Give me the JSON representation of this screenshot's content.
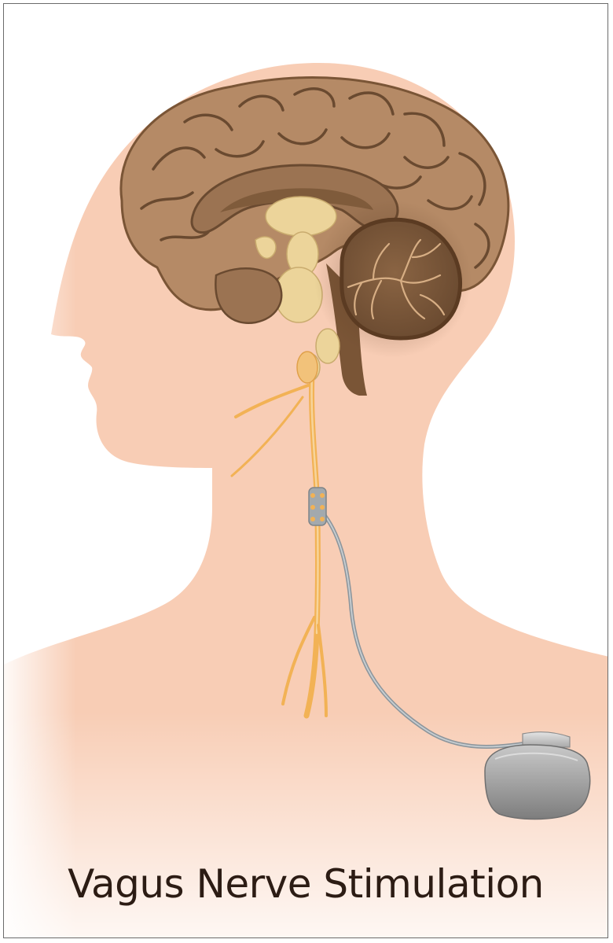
{
  "caption": {
    "title": "Vagus Nerve Stimulation"
  },
  "colors": {
    "skin": "#f8cdb5",
    "skin_fade": "#fbe4d6",
    "brain": "#b58a66",
    "brain_dark": "#7a5536",
    "brain_deep": "#5b3b22",
    "deep_structures": "#ecd49a",
    "nerve": "#f2b255",
    "device": "#9a9a9a",
    "lead_wire": "#a9b0b5",
    "caption_text": "#2c1c14"
  },
  "diagram": {
    "parts": [
      {
        "name": "head-silhouette",
        "icon": "head-profile"
      },
      {
        "name": "cerebrum",
        "icon": "brain"
      },
      {
        "name": "cerebellum",
        "icon": "cerebellum"
      },
      {
        "name": "brainstem",
        "icon": "brainstem"
      },
      {
        "name": "vagus-nerve",
        "icon": "nerve"
      },
      {
        "name": "electrode-coil",
        "icon": "electrode"
      },
      {
        "name": "lead-wire",
        "icon": "wire"
      },
      {
        "name": "pulse-generator",
        "icon": "implant-device"
      }
    ]
  }
}
